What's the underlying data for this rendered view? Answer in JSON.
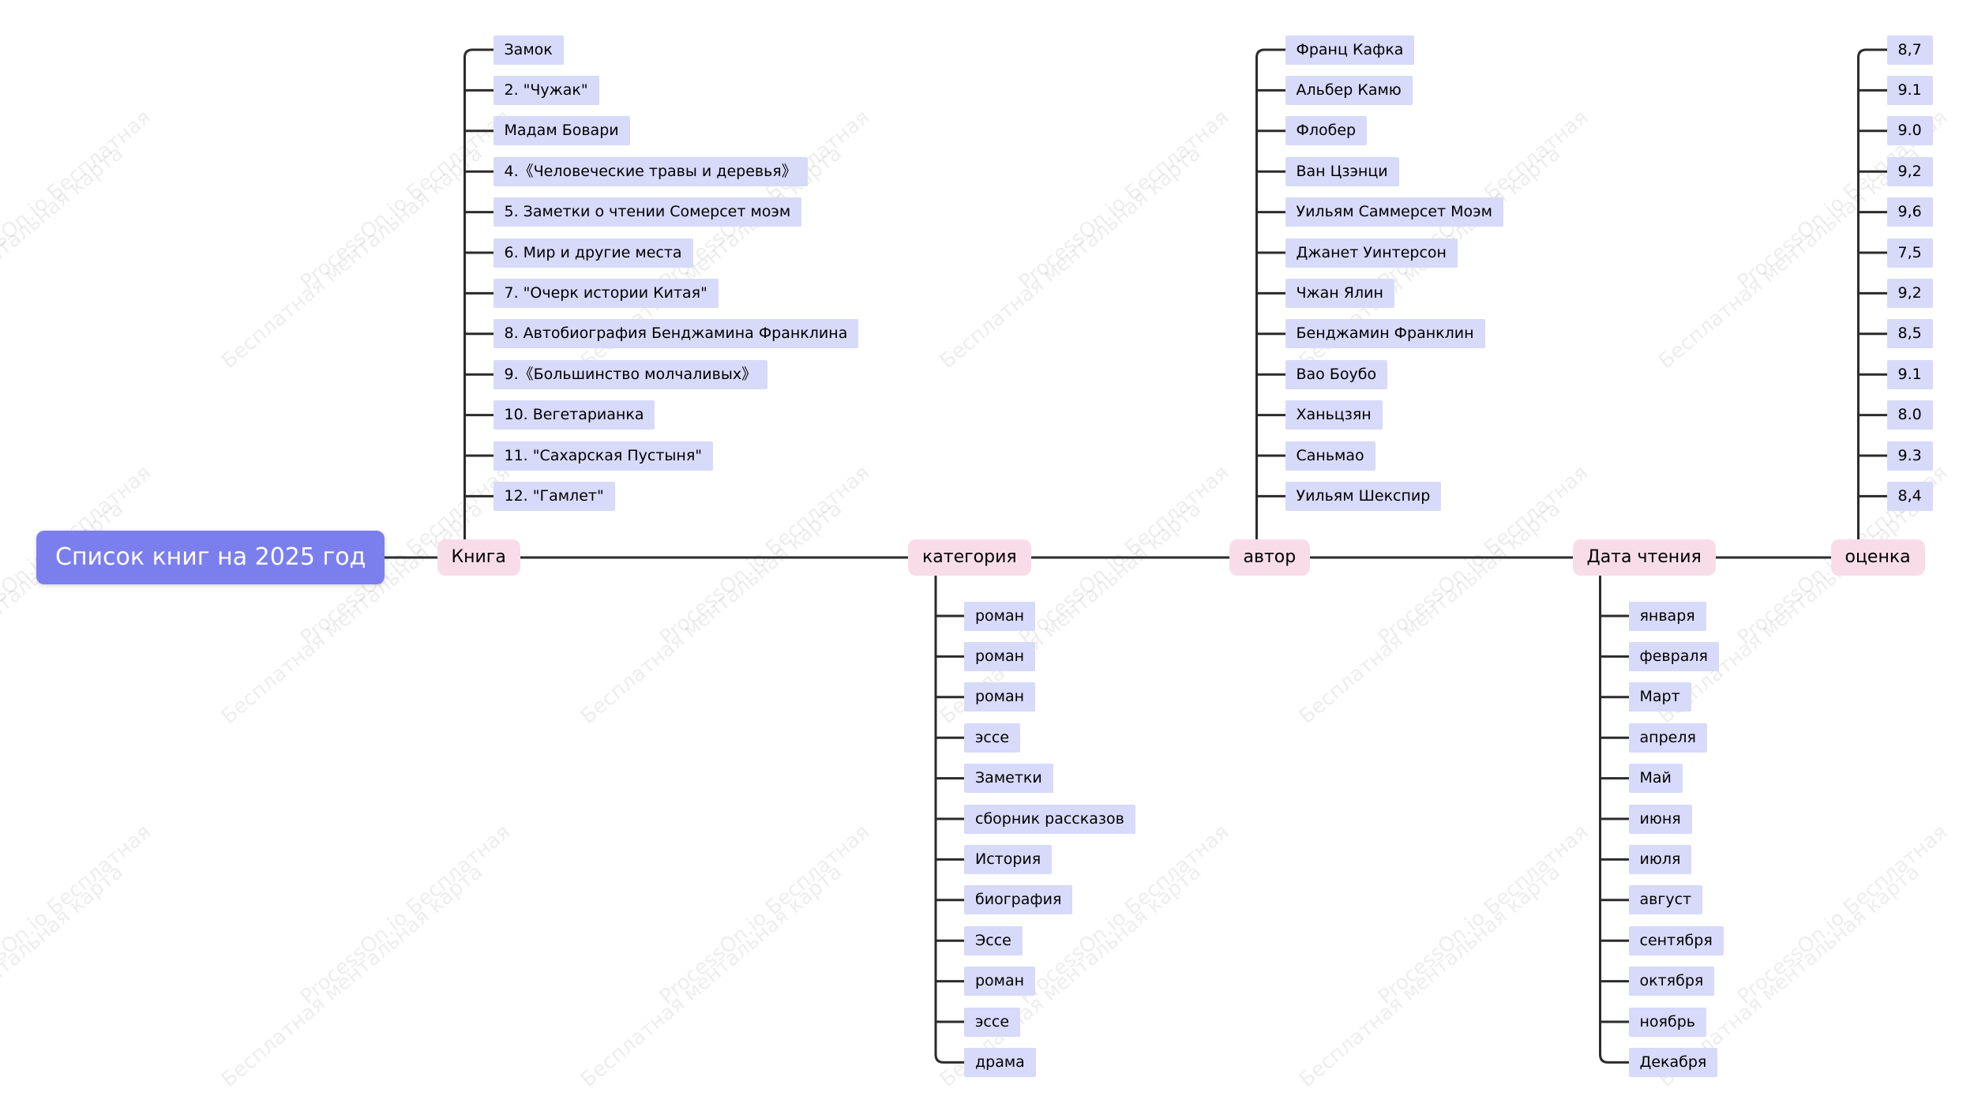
{
  "watermark": {
    "site_text": "ProcessOn.io Бесплатная",
    "map_text": "Бесплатная ментальная карта"
  },
  "root": {
    "label": "Список книг на 2025 год"
  },
  "branches": [
    {
      "id": "book",
      "label": "Книга",
      "items": [
        "Замок",
        "2. \"Чужак\"",
        "Мадам Бовари",
        "4.《Человеческие травы и деревья》",
        "5. Заметки о чтении Сомерсет моэм",
        "6. Мир и другие места",
        "7. \"Очерк истории Китая\"",
        "8. Автобиография Бенджамина Франклина",
        "9.《Большинство молчаливых》",
        "10. Вегетарианка",
        "11. \"Сахарская Пустыня\"",
        "12. \"Гамлет\""
      ]
    },
    {
      "id": "category",
      "label": "категория",
      "items": [
        "роман",
        "роман",
        "роман",
        "эссе",
        "Заметки",
        "сборник рассказов",
        "История",
        "биография",
        "Эссе",
        "роман",
        "эссе",
        "драма"
      ]
    },
    {
      "id": "author",
      "label": "автор",
      "items": [
        "Франц Кафка",
        "Альбер Камю",
        "Флобер",
        "Ван Цзэнци",
        "Уильям Саммерсет Моэм",
        "Джанет Уинтерсон",
        "Чжан Ялин",
        "Бенджамин Франклин",
        "Вао Боубо",
        "Ханьцзян",
        "Саньмао",
        "Уильям Шекспир"
      ]
    },
    {
      "id": "date",
      "label": "Дата чтения",
      "items": [
        "января",
        "февраля",
        "Март",
        "апреля",
        "Май",
        "июня",
        "июля",
        "август",
        "сентября",
        "октября",
        "ноябрь",
        "Декабря"
      ]
    },
    {
      "id": "rating",
      "label": "оценка",
      "items": [
        "8,7",
        "9.1",
        "9.0",
        "9,2",
        "9,6",
        "7,5",
        "9,2",
        "8,5",
        "9.1",
        "8.0",
        "9.3",
        "8,4"
      ]
    }
  ]
}
